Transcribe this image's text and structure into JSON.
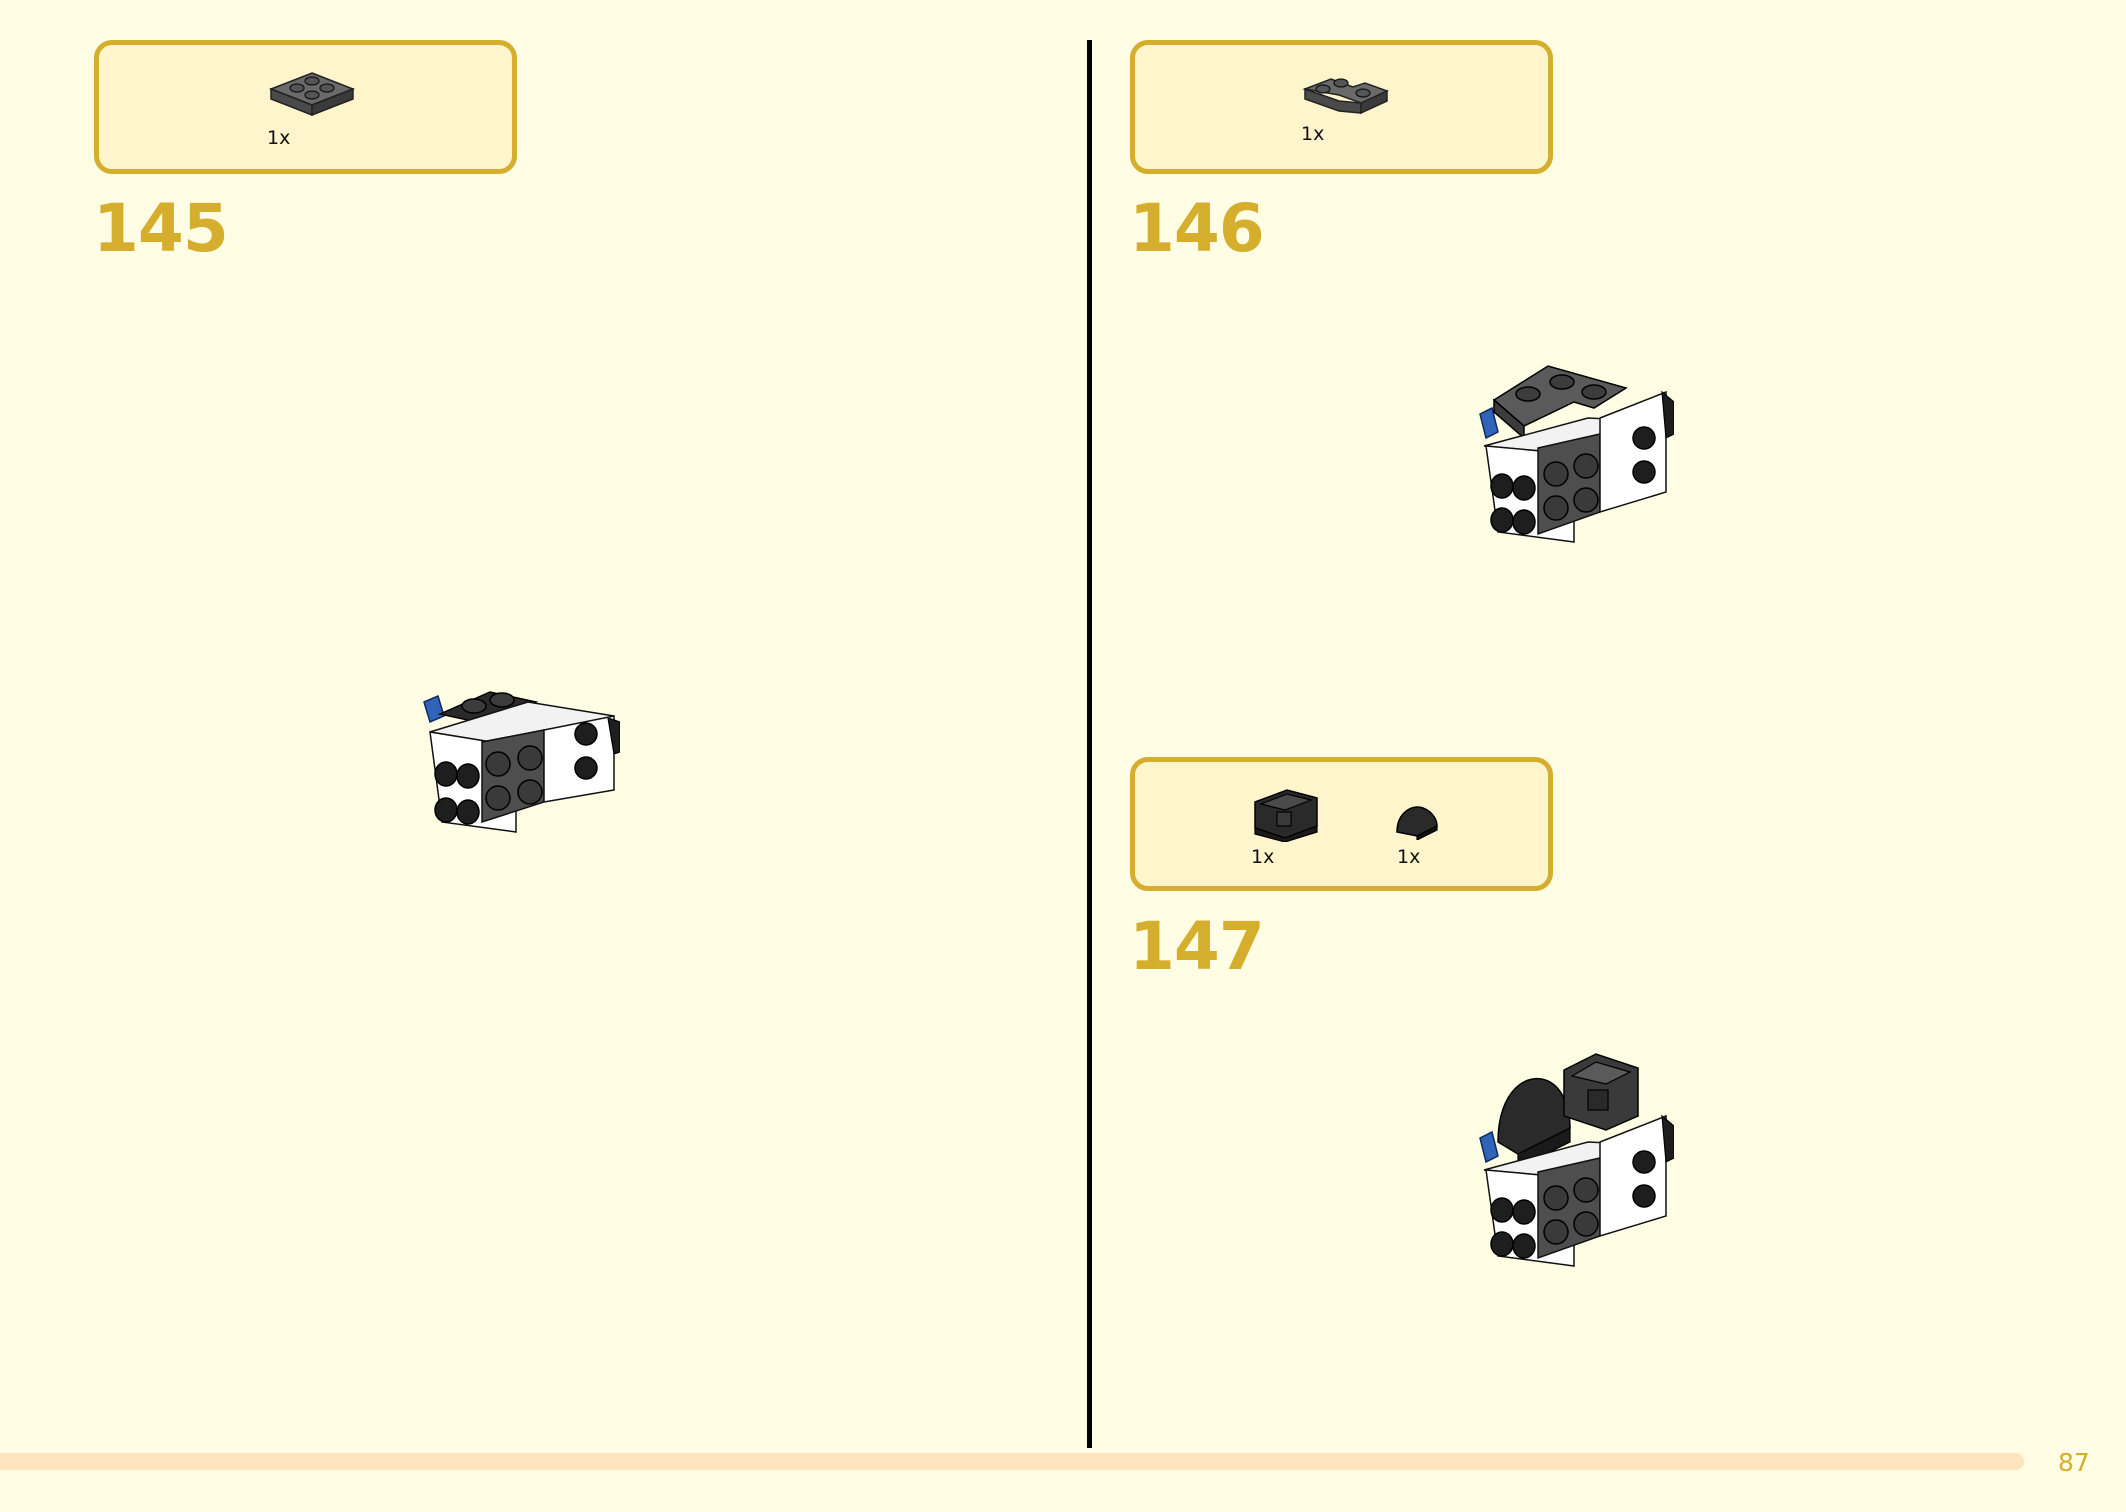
{
  "steps": [
    {
      "number": "145",
      "parts": [
        {
          "icon": "plate-2x2-dark-gray-icon",
          "qty": "1x"
        }
      ]
    },
    {
      "number": "146",
      "parts": [
        {
          "icon": "plate-corner-dark-gray-icon",
          "qty": "1x"
        }
      ]
    },
    {
      "number": "147",
      "parts": [
        {
          "icon": "bracket-black-icon",
          "qty": "1x"
        },
        {
          "icon": "slope-curved-black-icon",
          "qty": "1x"
        }
      ]
    }
  ],
  "page_number": "87",
  "colors": {
    "background": "#FFFDE4",
    "accent": "#D4AE2C",
    "callout_fill": "#FFF5CC",
    "progress": "#FFE4C0",
    "brick_white": "#FFFFFF",
    "brick_dark_gray": "#4E4E4E",
    "brick_black": "#1E1E1E",
    "brick_blue": "#2F64B8"
  }
}
